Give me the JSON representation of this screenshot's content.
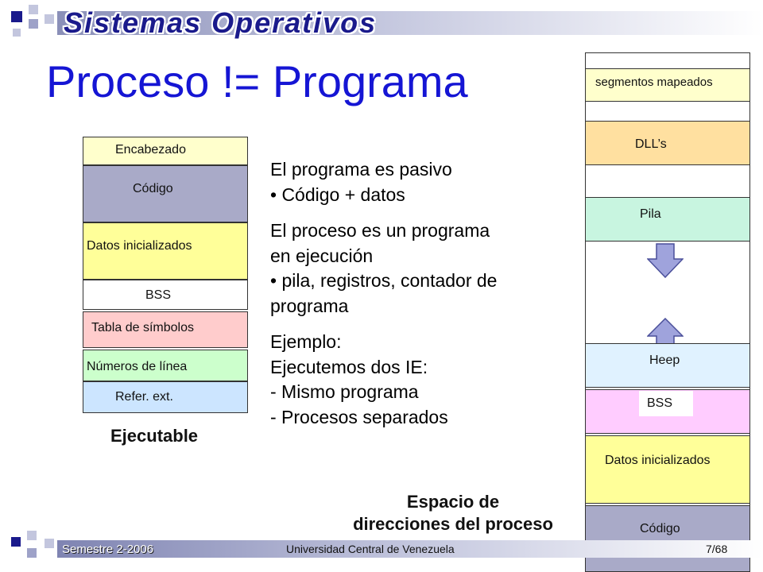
{
  "header": {
    "course": "Sistemas Operativos"
  },
  "title": "Proceso != Programa",
  "executable": {
    "sections": [
      "Encabezado",
      "Código",
      "Datos inicializados",
      "BSS",
      "Tabla de símbolos",
      "Números de línea",
      "Refer. ext."
    ],
    "caption": "Ejecutable"
  },
  "body_text": {
    "l1": "El programa es pasivo",
    "l2": "• Código + datos",
    "l3": "El proceso es un programa",
    "l4": "en ejecución",
    "l5": "• pila, registros, contador de",
    "l6": "programa",
    "l7": "Ejemplo:",
    "l8": "Ejecutemos dos IE:",
    "l9": "- Mismo programa",
    "l10": "- Procesos separados"
  },
  "address_space": {
    "segments": [
      "segmentos mapeados",
      "DLL’s",
      "Pila",
      "Heep",
      "BSS",
      "Datos inicializados",
      "Código"
    ],
    "caption_line1": "Espacio de",
    "caption_line2": "direcciones del proceso"
  },
  "footer": {
    "semester": "Semestre 2-2006",
    "university": "Universidad Central de Venezuela",
    "page": "7/68"
  },
  "colors": {
    "header": "#ffffcc",
    "codigo": "#a9aac8",
    "datos": "#ffff99",
    "bss": "#ffffff",
    "tabla": "#ffcccc",
    "numeros": "#ccffcc",
    "refer": "#cce5ff",
    "dll": "#ffe0a0",
    "pila": "#c8f5e0",
    "heep": "#e0f2ff",
    "bss_region": "#ffccff",
    "title": "#1515d4",
    "accent": "#1a1a8c"
  },
  "icons": [
    "arrow-down-icon",
    "arrow-up-icon"
  ]
}
